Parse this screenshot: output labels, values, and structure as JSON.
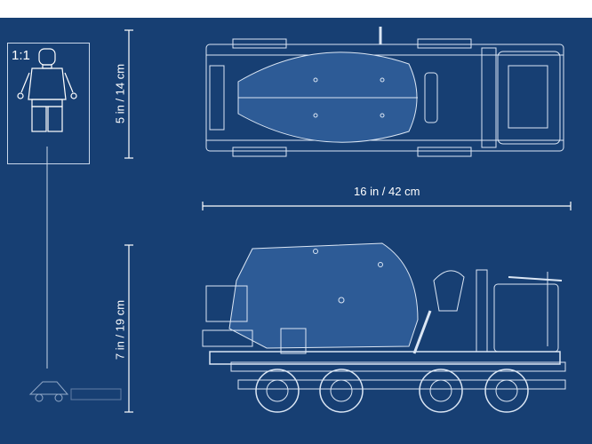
{
  "scale": {
    "label": "1:1"
  },
  "dimensions": {
    "height_top": "5 in / 14 cm",
    "length": "16 in / 42 cm",
    "height_side": "7 in / 19 cm"
  },
  "colors": {
    "background": "#173f73",
    "lines": "#dbe6f4",
    "mixer_fill": "#2d5b96"
  },
  "icons": {
    "figure": "minifigure-icon",
    "watermark": "brick-logo-icon"
  }
}
